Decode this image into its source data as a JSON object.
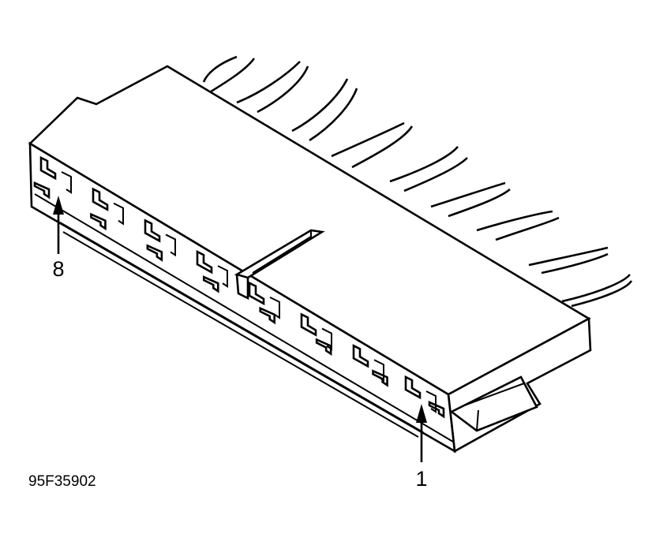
{
  "labels": {
    "pin_left": "8",
    "pin_right": "1",
    "figure_code": "95F35902"
  },
  "colors": {
    "line": "#000000",
    "background": "#ffffff"
  },
  "terminal_cavities": 16
}
